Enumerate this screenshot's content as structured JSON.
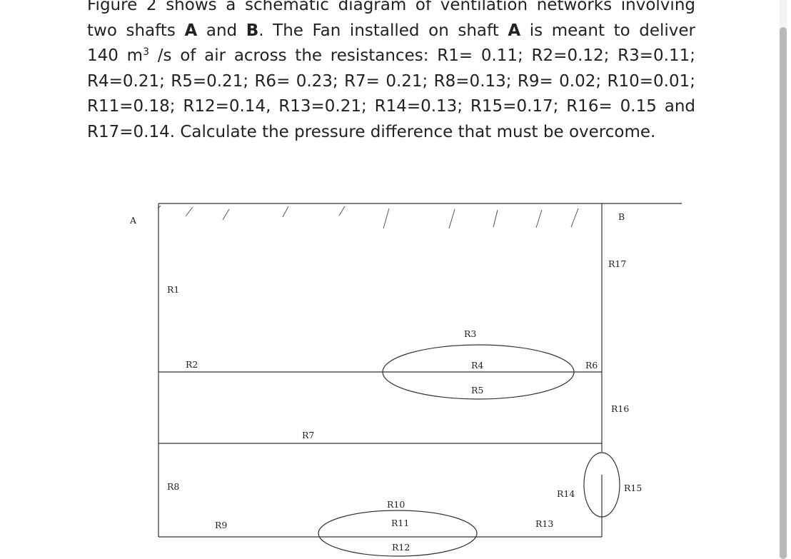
{
  "problem_text": {
    "line1": "Figure 2 shows a schematic diagram of ventilation networks involving",
    "line2_a": "two shafts ",
    "line2_b": "A",
    "line2_c": " and ",
    "line2_d": "B",
    "line2_e": ". The Fan installed on shaft ",
    "line2_f": "A",
    "line2_g": " is meant to deliver",
    "line3_a": "140 m",
    "line3_sup": "3",
    "line3_b": " /s of air across the resistances: R1= 0.11; R2=0.12; R3=0.11;",
    "line4": "R4=0.21; R5=0.21; R6= 0.23; R7= 0.21; R8=0.13; R9= 0.02; R10=0.01;",
    "line5": "R11=0.18; R12=0.14, R13=0.21; R14=0.13; R15=0.17; R16= 0.15 and",
    "line6": "R17=0.14. Calculate the pressure difference that must be overcome."
  },
  "diagram": {
    "shaft_labels": {
      "a": "A",
      "b": "B"
    },
    "resistor_labels": {
      "r1": "R1",
      "r2": "R2",
      "r3": "R3",
      "r4": "R4",
      "r5": "R5",
      "r6": "R6",
      "r7": "R7",
      "r8": "R8",
      "r9": "R9",
      "r10": "R10",
      "r11": "R11",
      "r12": "R12",
      "r13": "R13",
      "r14": "R14",
      "r15": "R15",
      "r16": "R16",
      "r17": "R17"
    }
  }
}
